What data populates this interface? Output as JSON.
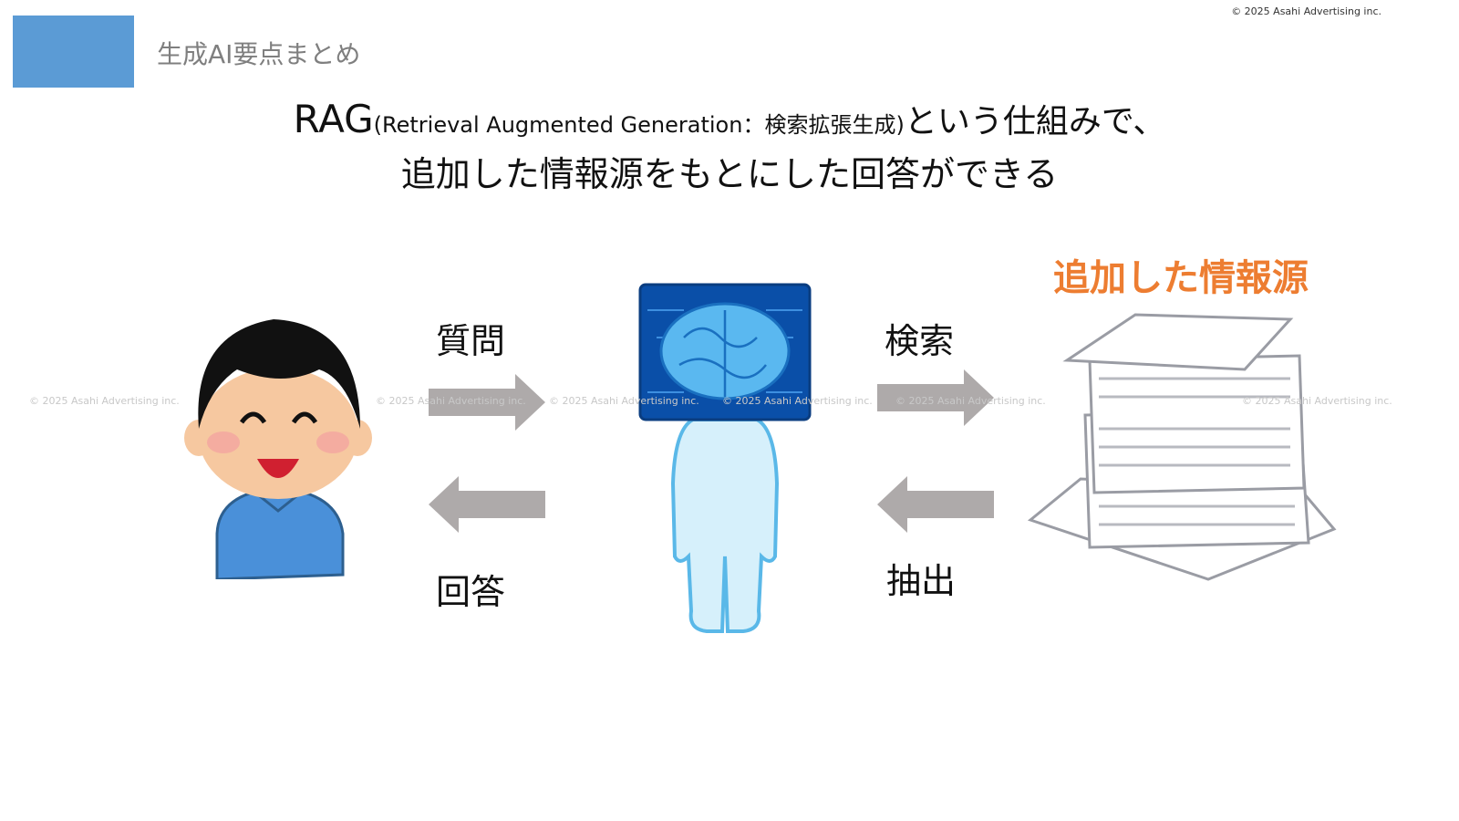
{
  "header": {
    "section_title": "生成AI要点まとめ",
    "copyright": "© 2025 Asahi Advertising inc."
  },
  "title": {
    "rag": "RAG",
    "paren": "(Retrieval Augmented Generation：検索拡張生成)",
    "line1_rest": "という仕組みで、",
    "line2": "追加した情報源をもとにした回答ができる"
  },
  "diagram": {
    "question": "質問",
    "answer": "回答",
    "search": "検索",
    "extract": "抽出",
    "source_label": "追加した情報源",
    "watermark": "© 2025 Asahi Advertising inc."
  },
  "colors": {
    "accent": "#5b9bd5",
    "source": "#ed7d31",
    "arrow": "#aeaaaa"
  }
}
